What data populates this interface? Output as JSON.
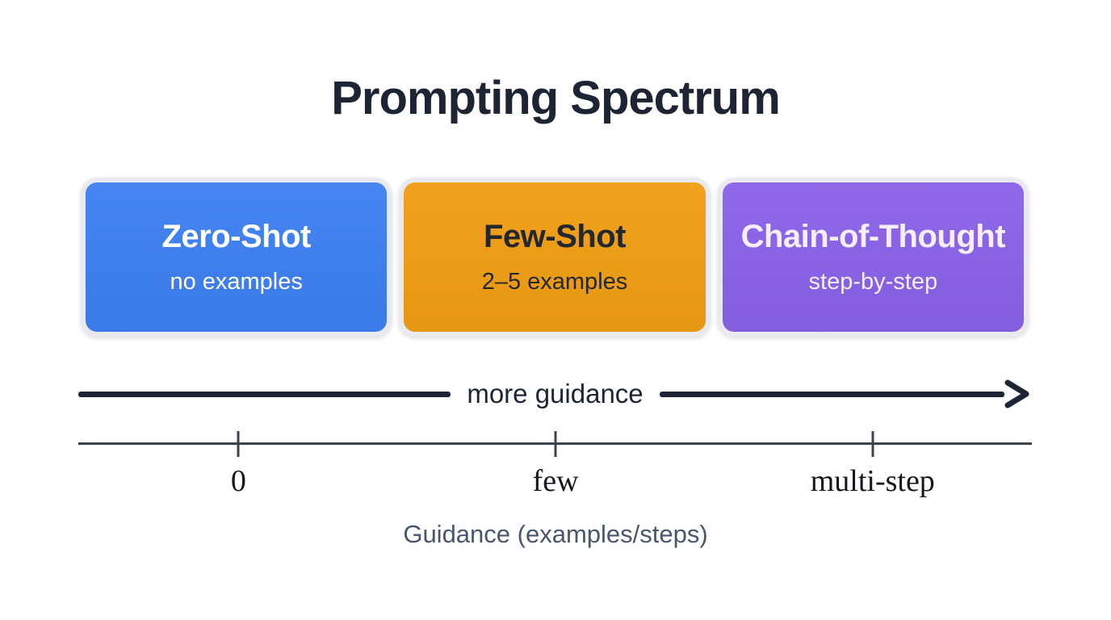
{
  "title": "Prompting Spectrum",
  "colors": {
    "background": "#ffffff",
    "ink": "#1d2534",
    "axis-line": "#3c4350",
    "tick-text": "#15181f",
    "caption-text": "#4a576b",
    "box-ring": "#e8eaf0"
  },
  "boxes": [
    {
      "id": "zero-shot",
      "title": "Zero-Shot",
      "subtitle": "no examples",
      "bg": "#3c7ff2",
      "fg": "#ffffff"
    },
    {
      "id": "few-shot",
      "title": "Few-Shot",
      "subtitle": "2–5 examples",
      "bg": "#f09d12",
      "fg": "#23272e"
    },
    {
      "id": "chain-of-thought",
      "title": "Chain-of-Thought",
      "subtitle": "step-by-step",
      "bg": "#8961e8",
      "fg": "#f5eeff"
    }
  ],
  "arrow": {
    "label": "more guidance",
    "direction": "right"
  },
  "axis": {
    "ticks": [
      {
        "label": "0"
      },
      {
        "label": "few"
      },
      {
        "label": "multi-step"
      }
    ],
    "caption": "Guidance (examples/steps)"
  }
}
